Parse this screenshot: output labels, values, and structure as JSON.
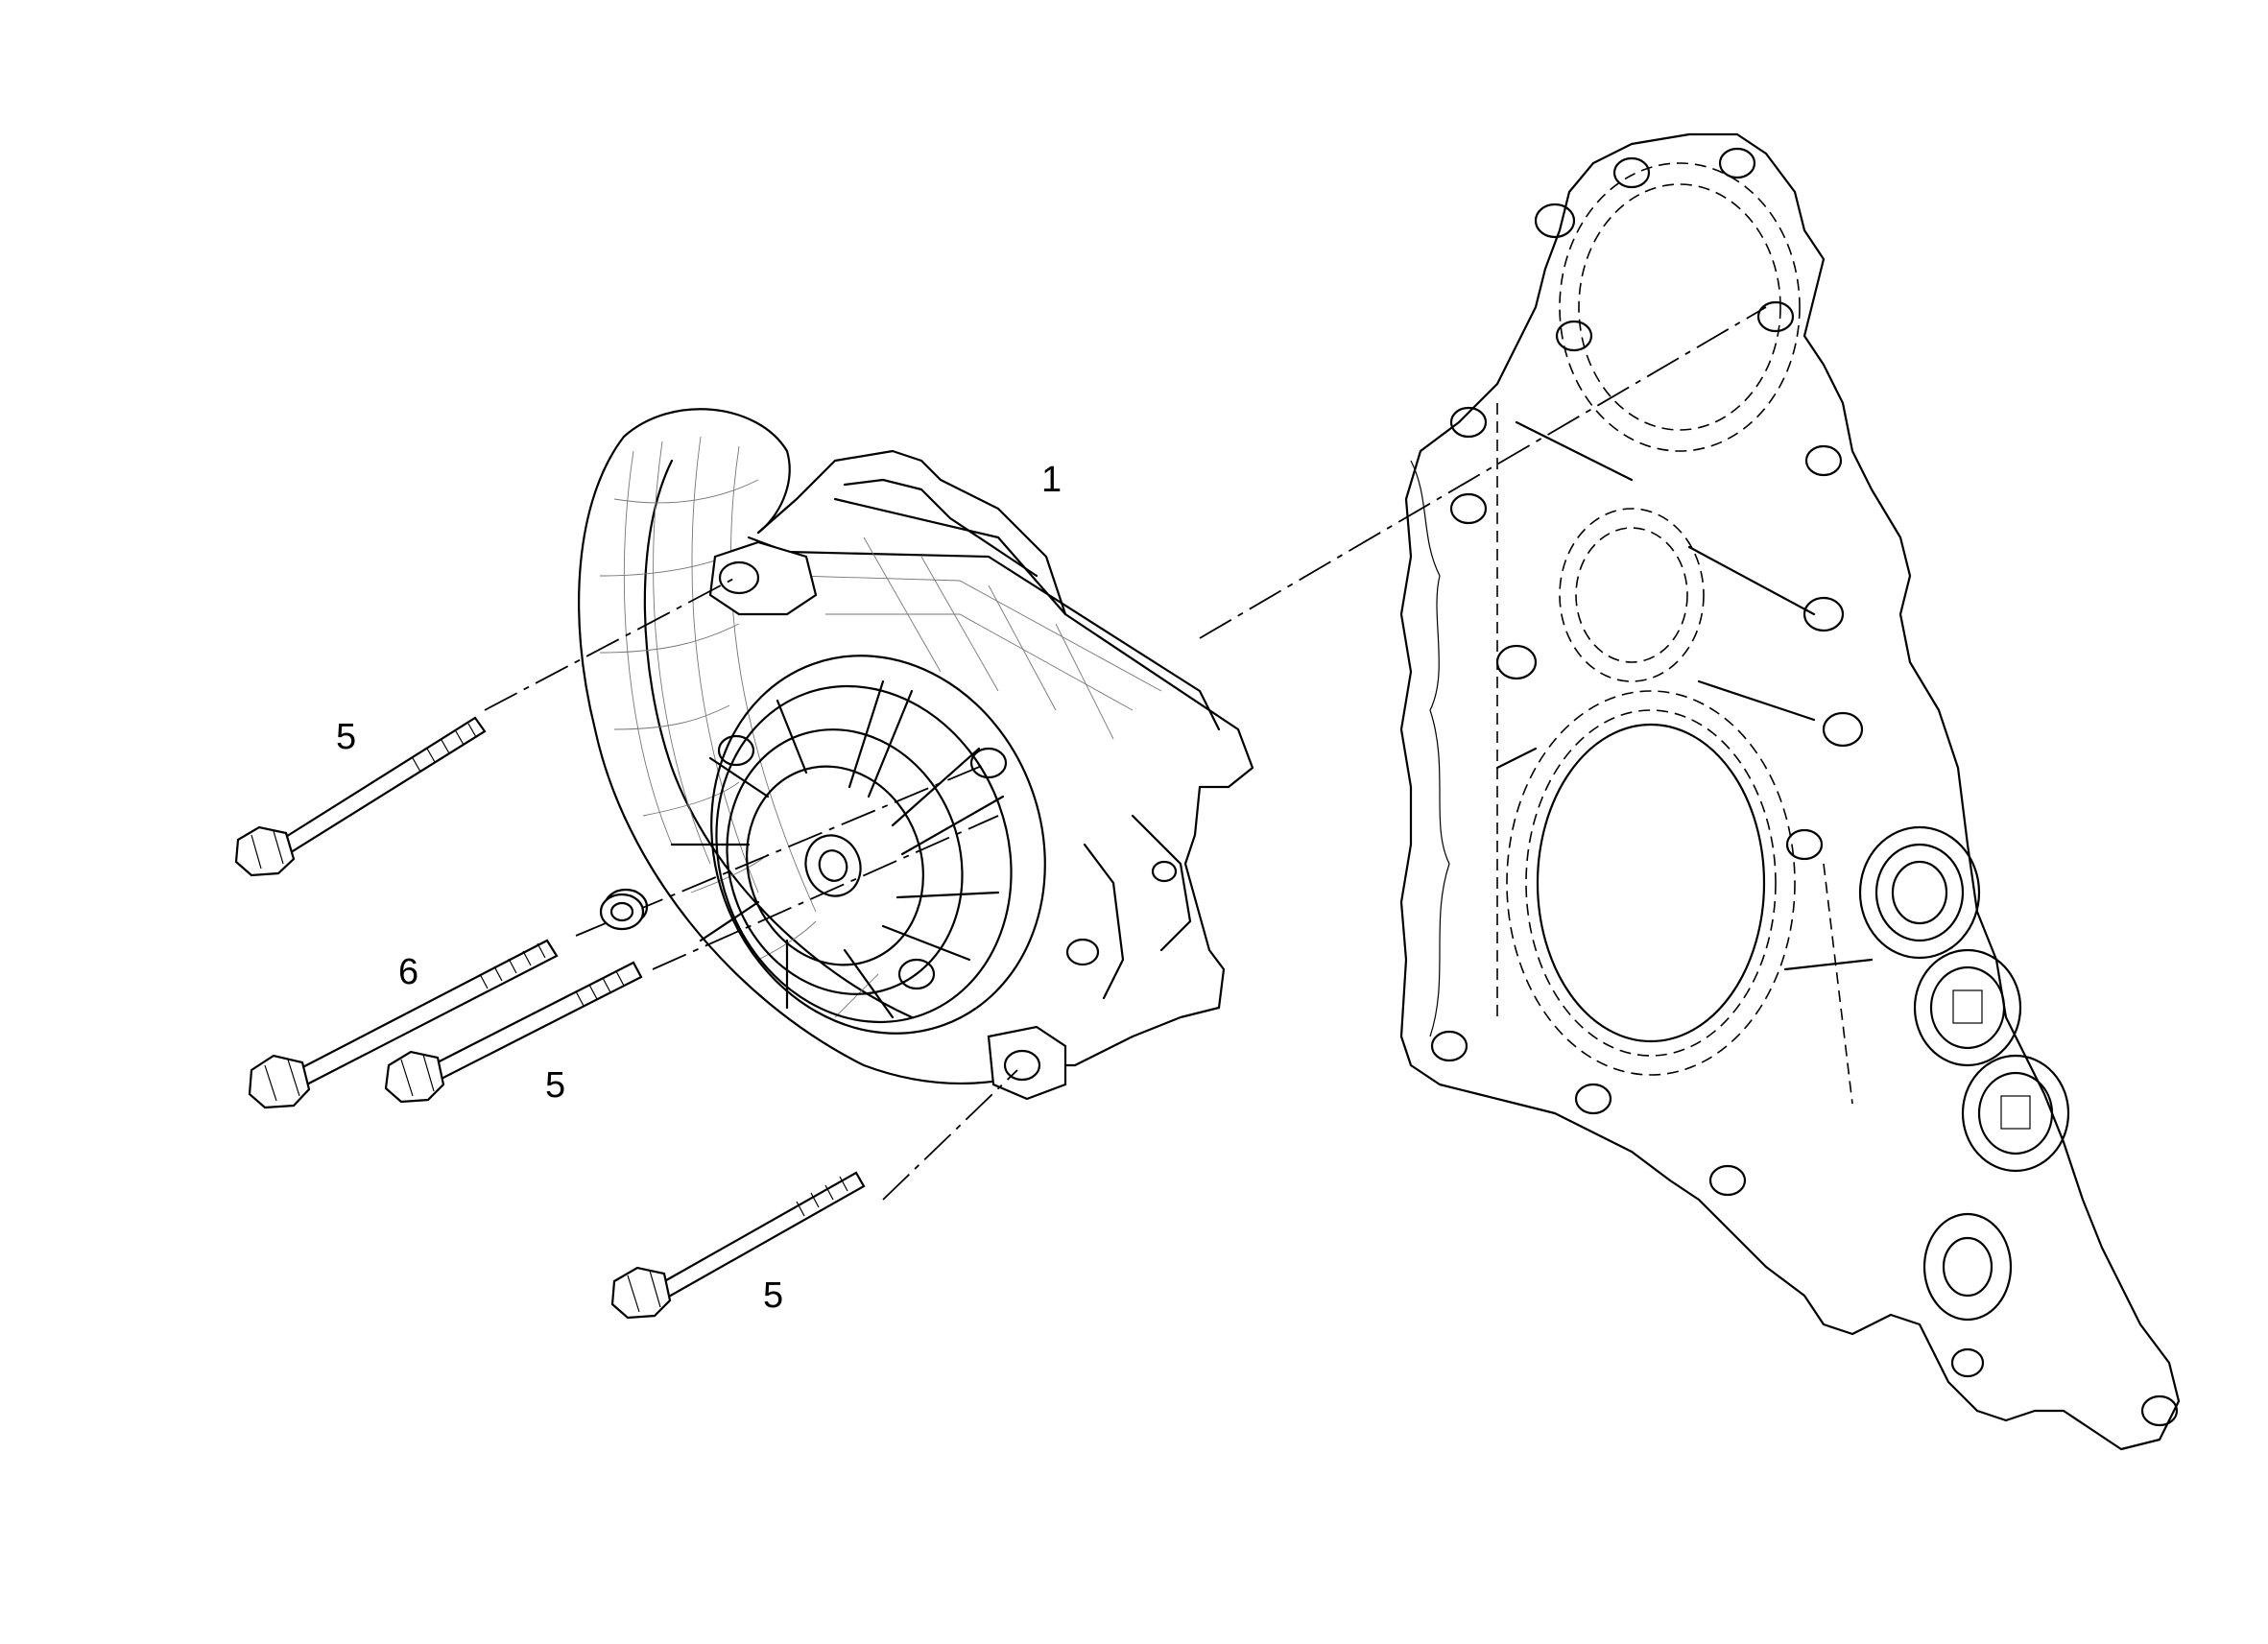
{
  "callouts": {
    "pump": "1",
    "bolt_upper": "5",
    "stud": "6",
    "bolt_middle": "5",
    "bolt_lower": "5"
  }
}
